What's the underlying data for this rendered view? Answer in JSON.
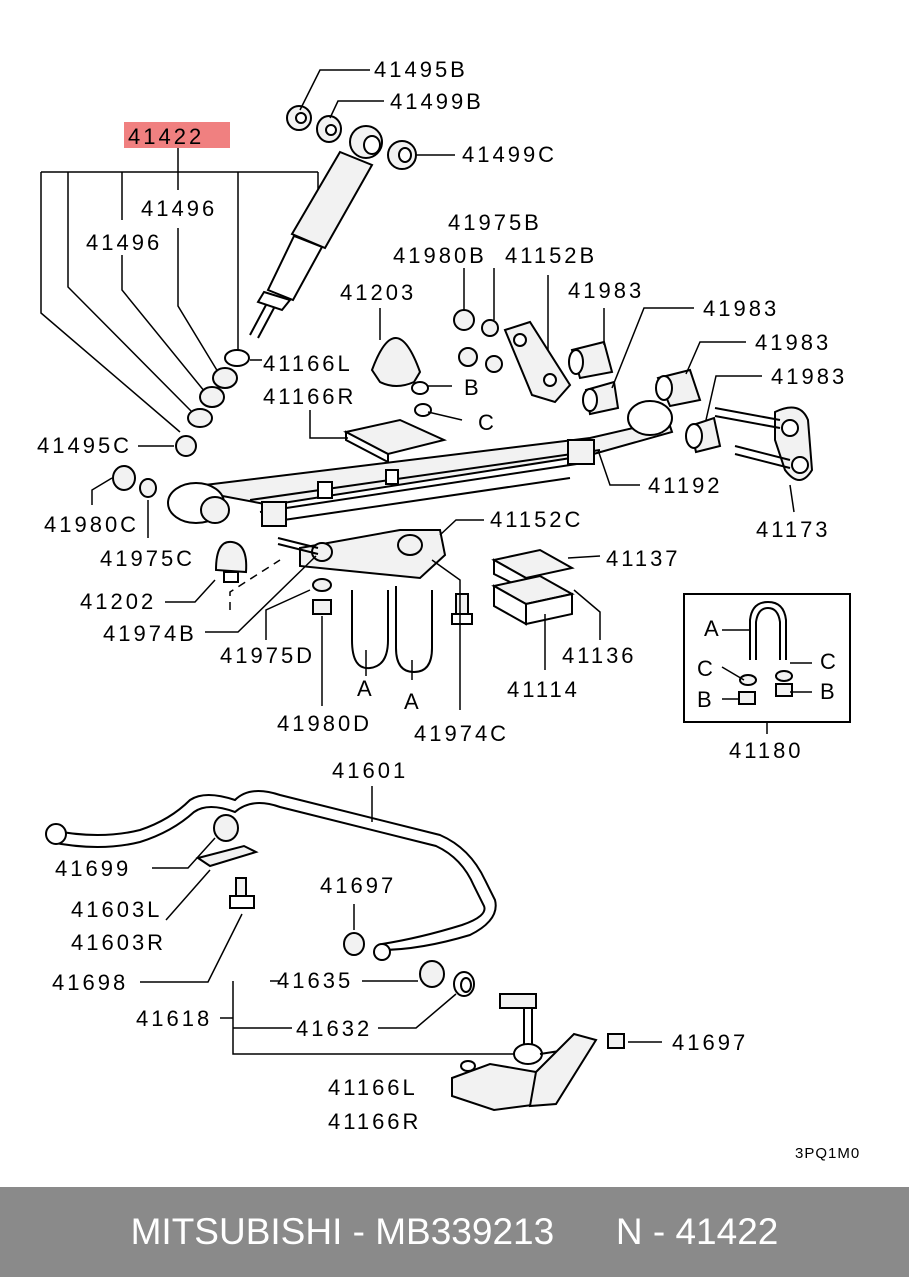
{
  "highlight": {
    "label": "41422",
    "color": "#f08080"
  },
  "labels": {
    "l41495B": "41495B",
    "l41499B": "41499B",
    "l41499C": "41499C",
    "l41496a": "41496",
    "l41496b": "41496",
    "l41975B": "41975B",
    "l41980B": "41980B",
    "l41152B": "41152B",
    "l41203": "41203",
    "l41983a": "41983",
    "l41983b": "41983",
    "l41983c": "41983",
    "l41983d": "41983",
    "l41166L": "41166L",
    "l41166R": "41166R",
    "B1": "B",
    "C1": "C",
    "l41495C": "41495C",
    "l41192": "41192",
    "l41173": "41173",
    "l41980C": "41980C",
    "l41975C": "41975C",
    "l41152C": "41152C",
    "l41137": "41137",
    "l41202": "41202",
    "l41974B": "41974B",
    "l41975D": "41975D",
    "l41136": "41136",
    "l41114": "41114",
    "A1": "A",
    "A2": "A",
    "l41980D": "41980D",
    "l41974C": "41974C",
    "A3": "A",
    "C2": "C",
    "C3": "C",
    "B2": "B",
    "B3": "B",
    "l41180": "41180",
    "l41601": "41601",
    "l41699": "41699",
    "l41603L": "41603L",
    "l41603R": "41603R",
    "l41697a": "41697",
    "l41698": "41698",
    "l41635": "41635",
    "l41618": "41618",
    "l41632": "41632",
    "l41697b": "41697",
    "l41166L2": "41166L",
    "l41166R2": "41166R",
    "code": "3PQ1M0"
  },
  "footer": {
    "text": "MITSUBISHI - MB339213      N - 41422"
  }
}
